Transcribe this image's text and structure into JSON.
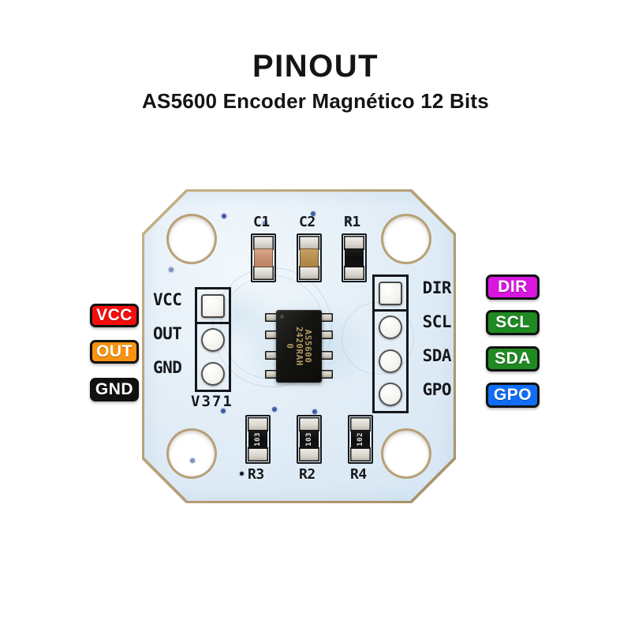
{
  "header": {
    "title": "PINOUT",
    "subtitle": "AS5600 Encoder Magnético 12 Bits"
  },
  "board": {
    "silkscreen_version": "V371",
    "ic": {
      "line1": "AS5600",
      "line2": "2420RAH",
      "line3": "0"
    },
    "left_header": {
      "pins": [
        {
          "label": "VCC",
          "pad": "square"
        },
        {
          "label": "OUT",
          "pad": "round"
        },
        {
          "label": "GND",
          "pad": "round"
        }
      ]
    },
    "right_header": {
      "pins": [
        {
          "label": "DIR",
          "pad": "square"
        },
        {
          "label": "SCL",
          "pad": "round"
        },
        {
          "label": "SDA",
          "pad": "round"
        },
        {
          "label": "GPO",
          "pad": "round"
        }
      ]
    },
    "components_top": [
      {
        "ref": "C1",
        "code": ""
      },
      {
        "ref": "C2",
        "code": ""
      },
      {
        "ref": "R1",
        "code": ""
      }
    ],
    "components_bottom": [
      {
        "ref": "R3",
        "code": "103"
      },
      {
        "ref": "R2",
        "code": "103"
      },
      {
        "ref": "R4",
        "code": "102"
      }
    ]
  },
  "callouts": {
    "left": [
      {
        "label": "VCC",
        "color": "#f50d0d"
      },
      {
        "label": "OUT",
        "color": "#f79310"
      },
      {
        "label": "GND",
        "color": "#111111"
      }
    ],
    "right": [
      {
        "label": "DIR",
        "color": "#d916e0"
      },
      {
        "label": "SCL",
        "color": "#1f8a22"
      },
      {
        "label": "SDA",
        "color": "#1f8a22"
      },
      {
        "label": "GPO",
        "color": "#0f6ef5"
      }
    ]
  },
  "colors": {
    "background": "#ffffff",
    "text": "#141414",
    "pcb": "#e3eef7",
    "pcb_edge": "#b8a078",
    "silkscreen": "#15181c",
    "ic_body": "#121211",
    "ic_marking": "#b49a62"
  }
}
